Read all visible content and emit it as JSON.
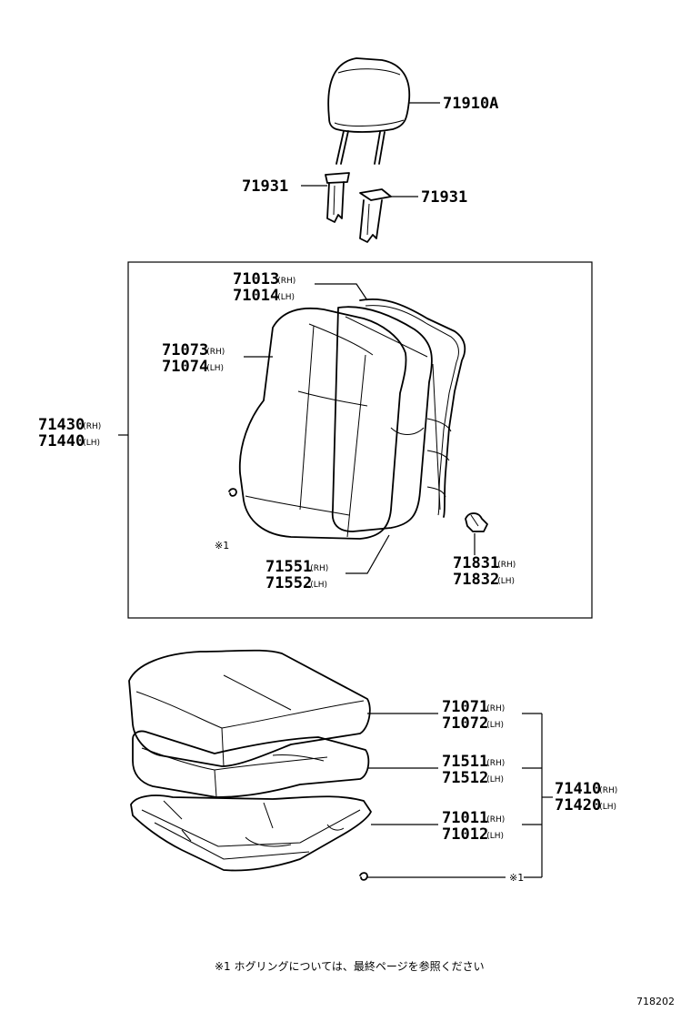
{
  "parts": {
    "headrest": "71910A",
    "support_left": "71931",
    "support_right": "71931",
    "back_frame": {
      "a": "71013",
      "a_sfx": "(RH)",
      "b": "71014",
      "b_sfx": "(LH)"
    },
    "back_cover": {
      "a": "71073",
      "a_sfx": "(RH)",
      "b": "71074",
      "b_sfx": "(LH)"
    },
    "back_assy": {
      "a": "71430",
      "a_sfx": "(RH)",
      "b": "71440",
      "b_sfx": "(LH)"
    },
    "back_pad": {
      "a": "71551",
      "a_sfx": "(RH)",
      "b": "71552",
      "b_sfx": "(LH)"
    },
    "back_lock": {
      "a": "71831",
      "a_sfx": "(RH)",
      "b": "71832",
      "b_sfx": "(LH)"
    },
    "cushion_cover": {
      "a": "71071",
      "a_sfx": "(RH)",
      "b": "71072",
      "b_sfx": "(LH)"
    },
    "cushion_pad": {
      "a": "71511",
      "a_sfx": "(RH)",
      "b": "71512",
      "b_sfx": "(LH)"
    },
    "cushion_frame": {
      "a": "71011",
      "a_sfx": "(RH)",
      "b": "71012",
      "b_sfx": "(LH)"
    },
    "cushion_assy": {
      "a": "71410",
      "a_sfx": "(RH)",
      "b": "71420",
      "b_sfx": "(LH)"
    }
  },
  "callouts": {
    "hog_ring_back": "※1",
    "hog_ring_cushion": "※1"
  },
  "footnote": "※1  ホグリングについては、最終ページを参照ください",
  "figure_number": "718202"
}
